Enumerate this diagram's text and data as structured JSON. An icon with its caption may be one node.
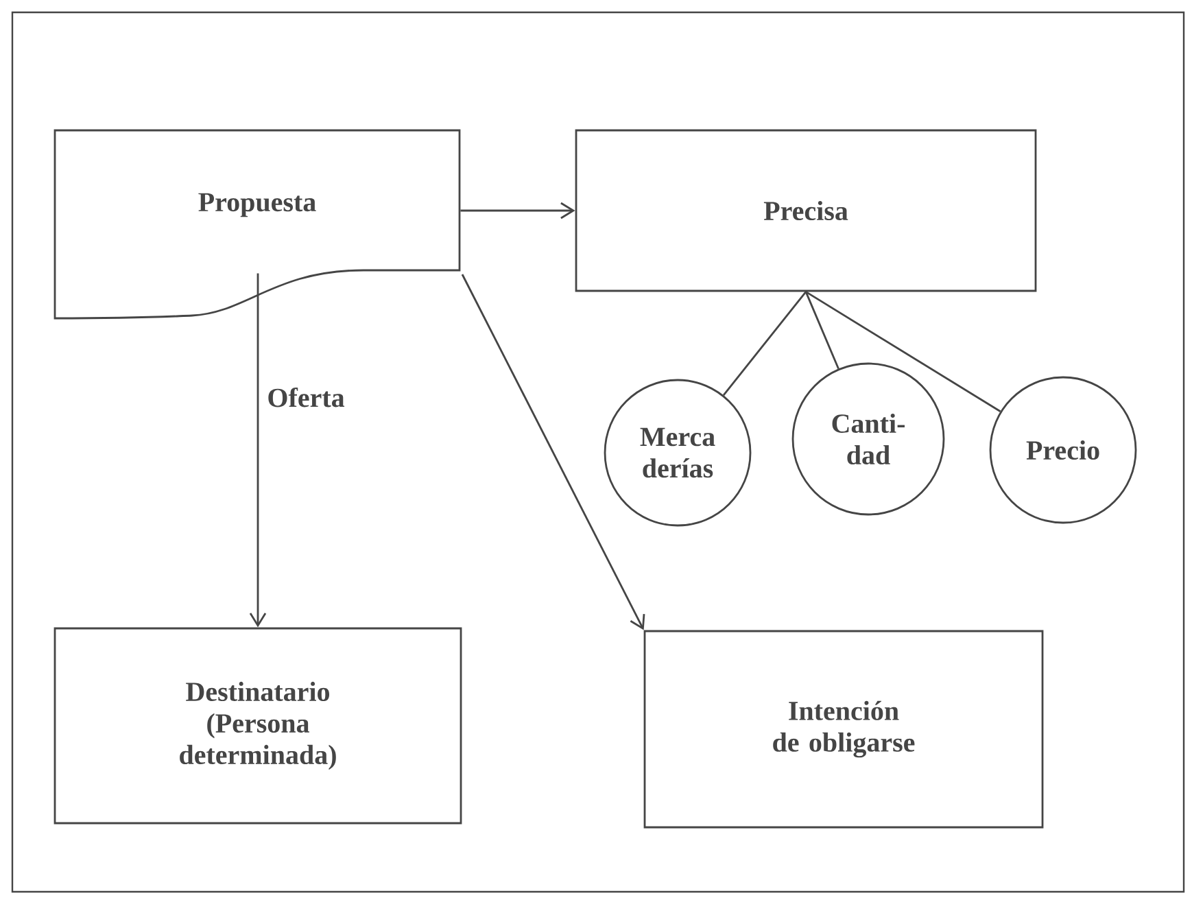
{
  "diagram": {
    "nodes": [
      {
        "text": [
          "Propuesta"
        ]
      },
      {
        "text": [
          "Precisa"
        ]
      },
      {
        "text": [
          "Merca derías"
        ]
      },
      {
        "text": [
          "Canti- dad"
        ]
      },
      {
        "text": [
          "Precio"
        ]
      },
      {
        "text": [
          "Destinatario (Persona determinada)"
        ]
      },
      {
        "text": [
          "Intención de obligarse"
        ]
      }
    ],
    "edges": [
      {
        "from": 0,
        "to": 1,
        "arrow": "to"
      },
      {
        "from": 0,
        "to": 5,
        "arrow": "to",
        "label": "Oferta"
      },
      {
        "from": 0,
        "to": 6,
        "arrow": "to"
      },
      {
        "from": 1,
        "to": 2,
        "arrow": "none"
      },
      {
        "from": 1,
        "to": 3,
        "arrow": "none"
      },
      {
        "from": 1,
        "to": 4,
        "arrow": "none"
      }
    ]
  }
}
